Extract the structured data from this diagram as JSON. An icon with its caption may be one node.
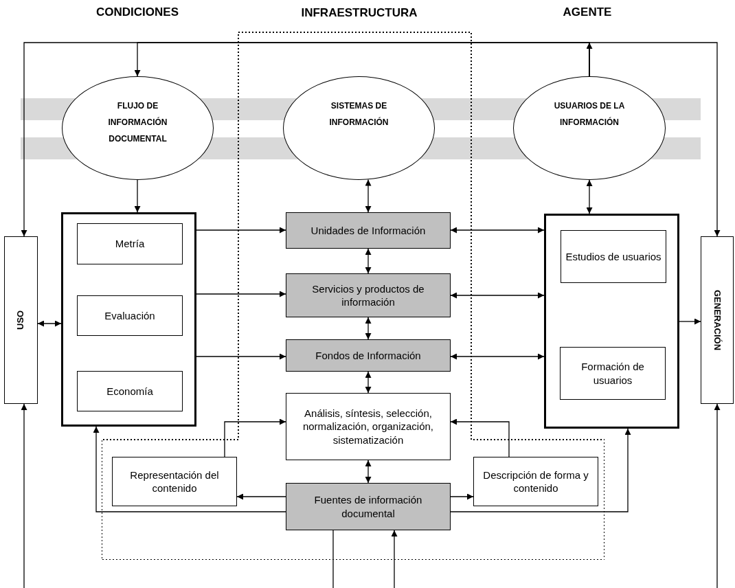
{
  "diagram": {
    "nodes": [
      {
        "text": [
          "FLUJO DE INFORMACIÓN DOCUMENTAL"
        ]
      },
      {
        "text": [
          "INFRAESTRUCTURA"
        ]
      },
      {
        "text": [
          "SISTEMAS DE INFORMACIÓN"
        ],
        "in": 1
      },
      {
        "text": [
          "USUARIOS DE LA INFORMACIÓN"
        ]
      },
      {
        "text": [
          "USO"
        ]
      },
      {
        "text": [],
        "shape": "box"
      },
      {
        "text": [
          "Metría"
        ],
        "in": 5
      },
      {
        "text": [
          "Evaluación"
        ],
        "in": 5
      },
      {
        "text": [
          "Economía"
        ],
        "in": 5
      },
      {
        "text": [
          "Unidades de Información"
        ],
        "in": 1
      },
      {
        "text": [
          "Servicios y productos de información"
        ],
        "in": 1
      },
      {
        "text": [
          "Fondos de Información"
        ],
        "in": 1
      },
      {
        "text": [
          "Análisis, síntesis, selección, normalización, organización, sistematización"
        ],
        "in": 1
      },
      {
        "text": [],
        "shape": "box"
      },
      {
        "text": [
          "Estudios de usuarios"
        ],
        "in": 13
      },
      {
        "text": [
          "Formación de usuarios"
        ],
        "in": 13
      },
      {
        "text": [
          "GENERACIÓN"
        ]
      },
      {
        "text": [
          "Representación del contenido"
        ],
        "in": 1
      },
      {
        "text": [
          "Fuentes de información documental"
        ],
        "in": 1
      },
      {
        "text": [
          "Descripción de forma y contenido"
        ],
        "in": 1
      }
    ],
    "edges": [
      {
        "from": 3,
        "to": 0,
        "arrow": "to"
      },
      {
        "from": 3,
        "to": 4,
        "arrow": "to"
      },
      {
        "from": 3,
        "to": 16,
        "arrow": "to"
      },
      {
        "from": 0,
        "to": 5,
        "arrow": "to"
      },
      {
        "from": 2,
        "to": 9,
        "arrow": "both"
      },
      {
        "from": 3,
        "to": 13,
        "arrow": "both"
      },
      {
        "from": 5,
        "to": 9,
        "arrow": "to"
      },
      {
        "from": 5,
        "to": 10,
        "arrow": "to"
      },
      {
        "from": 5,
        "to": 11,
        "arrow": "to"
      },
      {
        "from": 9,
        "to": 13,
        "arrow": "both"
      },
      {
        "from": 10,
        "to": 13,
        "arrow": "both"
      },
      {
        "from": 11,
        "to": 13,
        "arrow": "both"
      },
      {
        "from": 9,
        "to": 10,
        "arrow": "both"
      },
      {
        "from": 10,
        "to": 11,
        "arrow": "both"
      },
      {
        "from": 11,
        "to": 12,
        "arrow": "both"
      },
      {
        "from": 4,
        "to": 5,
        "arrow": "both"
      },
      {
        "from": 13,
        "to": 16,
        "arrow": "to"
      },
      {
        "from": 17,
        "to": 12,
        "arrow": "to"
      },
      {
        "from": 19,
        "to": 12,
        "arrow": "to"
      },
      {
        "from": 12,
        "to": 18,
        "arrow": "both"
      },
      {
        "from": 18,
        "to": 17,
        "arrow": "to"
      },
      {
        "from": 18,
        "to": 19,
        "arrow": "to"
      },
      {
        "from": 18,
        "to": 5,
        "arrow": "to"
      },
      {
        "from": 18,
        "to": 13,
        "arrow": "to"
      },
      {
        "from": 18,
        "to": null,
        "arrow": "none"
      },
      {
        "from": null,
        "to": 4,
        "arrow": "to"
      },
      {
        "from": null,
        "to": 16,
        "arrow": "to"
      },
      {
        "from": null,
        "to": 18,
        "arrow": "to"
      }
    ],
    "labels": [
      "CONDICIONES",
      "AGENTE"
    ]
  }
}
